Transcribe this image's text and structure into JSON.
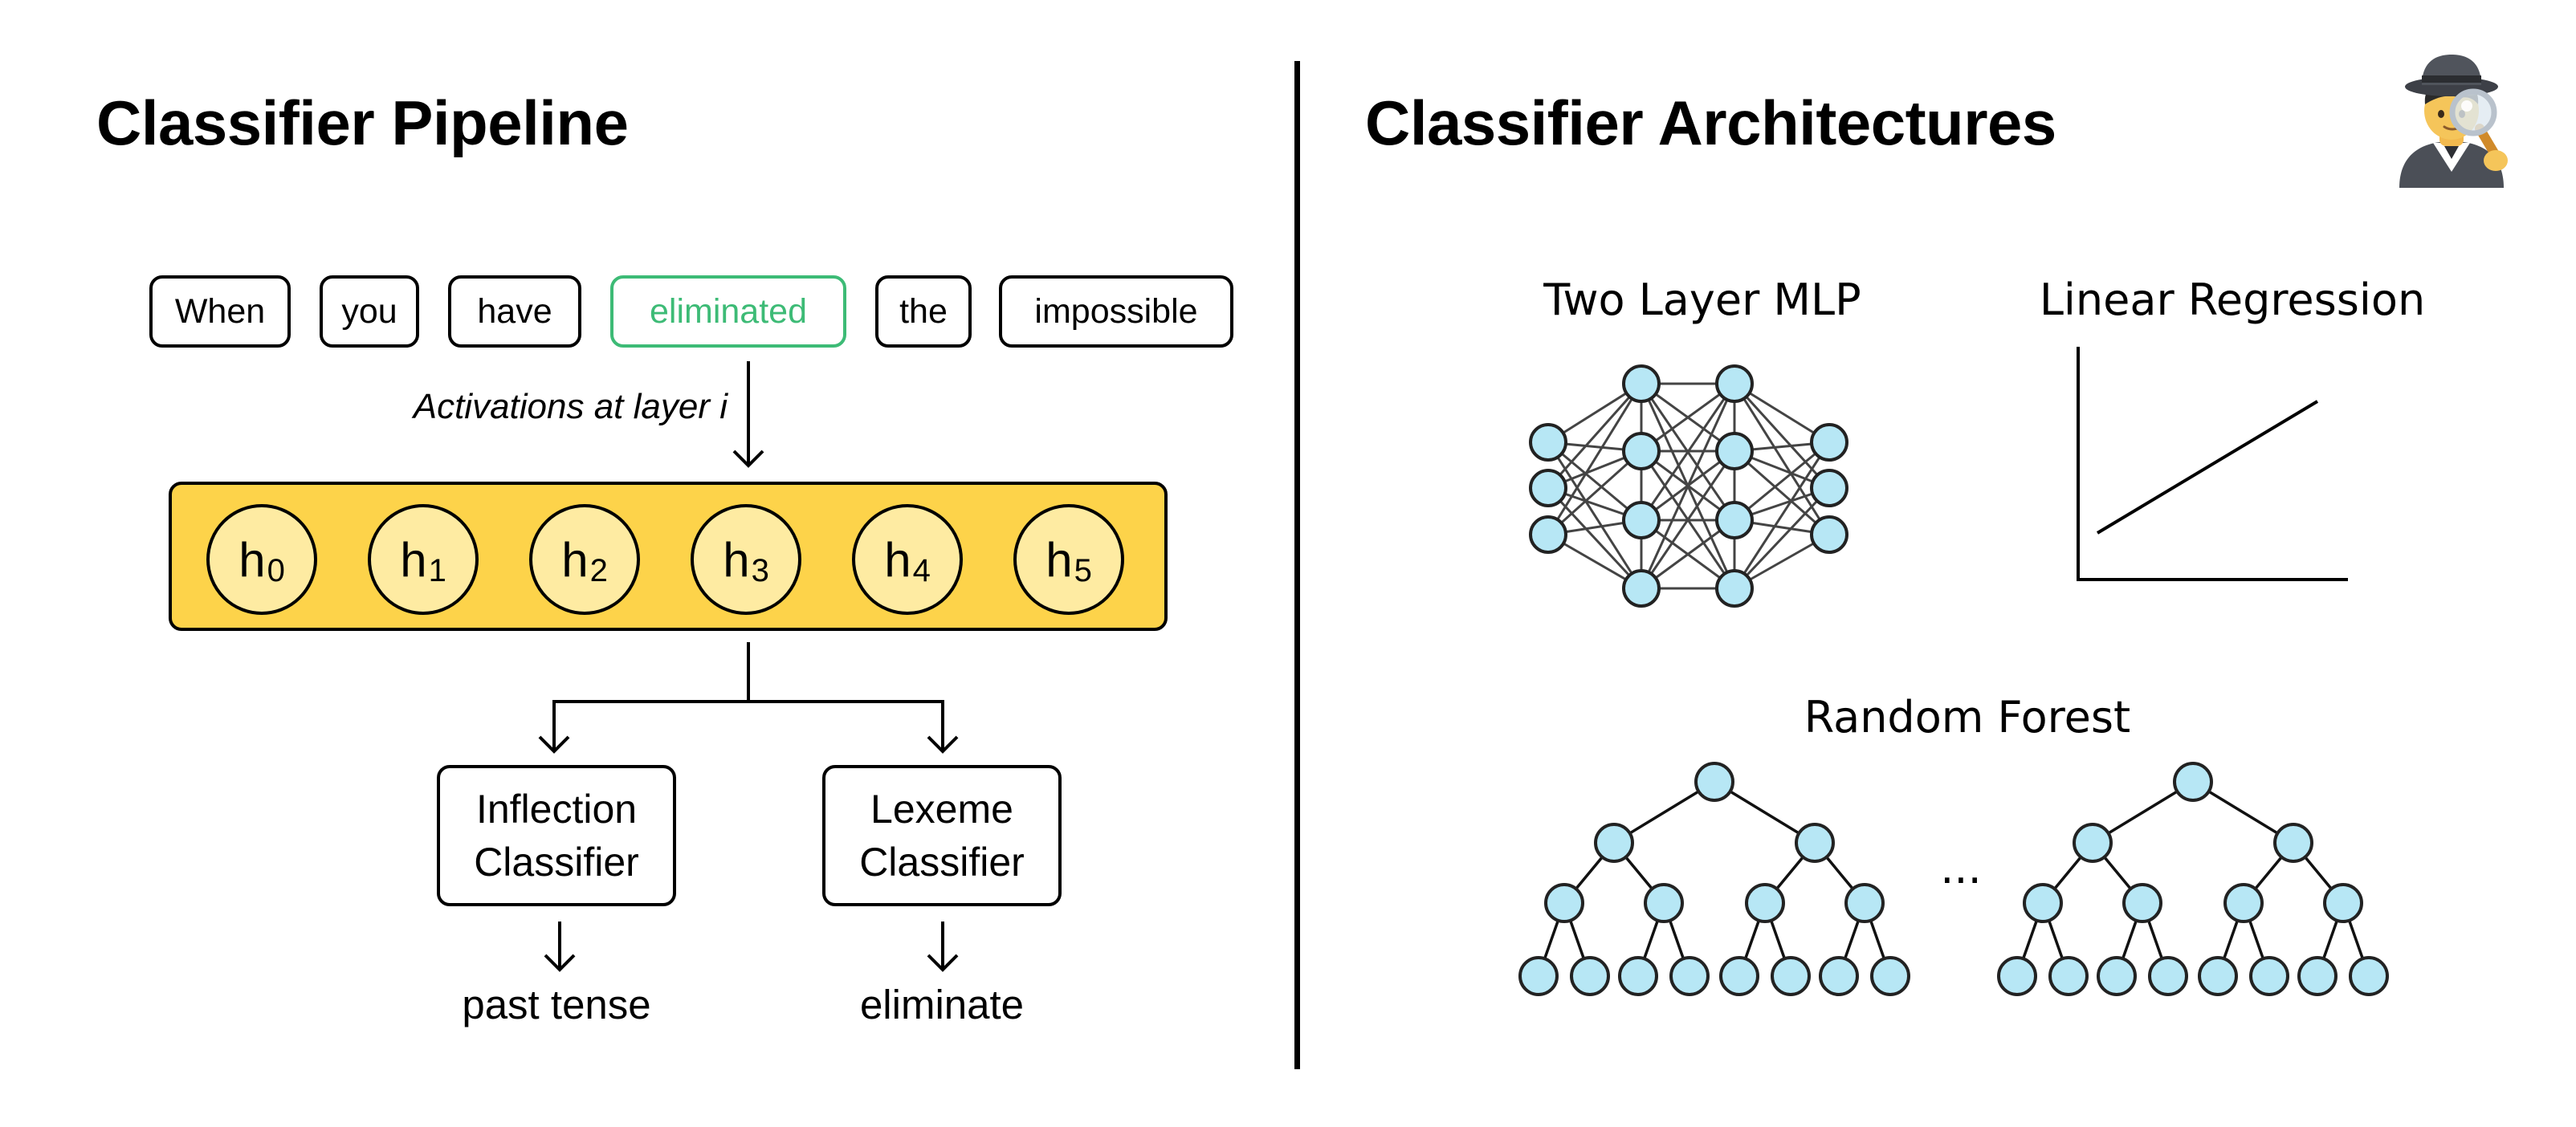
{
  "pipeline": {
    "title": "Classifier Pipeline",
    "tokens": [
      "When",
      "you",
      "have",
      "eliminated",
      "the",
      "impossible"
    ],
    "highlight_token": "eliminated",
    "activation_label": "Activations at layer i",
    "hidden_states": [
      {
        "base": "h",
        "sub": "0"
      },
      {
        "base": "h",
        "sub": "1"
      },
      {
        "base": "h",
        "sub": "2"
      },
      {
        "base": "h",
        "sub": "3"
      },
      {
        "base": "h",
        "sub": "4"
      },
      {
        "base": "h",
        "sub": "5"
      }
    ],
    "classifiers": [
      {
        "line1": "Inflection",
        "line2": "Classifier",
        "output": "past tense"
      },
      {
        "line1": "Lexeme",
        "line2": "Classifier",
        "output": "eliminate"
      }
    ]
  },
  "architectures": {
    "title": "Classifier Architectures",
    "icon": "detective-icon",
    "items": {
      "mlp": "Two Layer MLP",
      "linear": "Linear Regression",
      "forest": "Random Forest"
    },
    "ellipsis": "..."
  },
  "colors": {
    "layer_fill": "#fdd34a",
    "node_fill": "#feeba2",
    "highlight": "#3dbb76",
    "network_node": "#b7e7f5"
  }
}
